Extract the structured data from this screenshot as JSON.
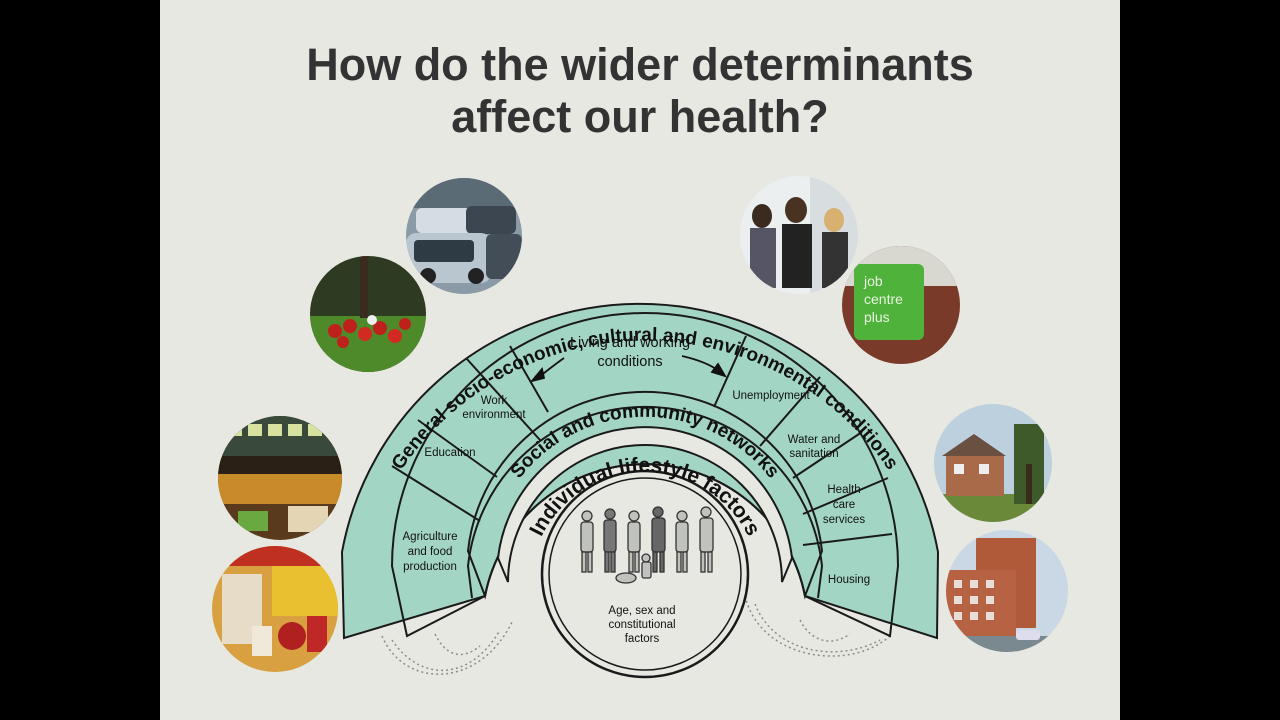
{
  "slide": {
    "title_line1": "How do the wider determinants",
    "title_line2": "affect our health?"
  },
  "diagram": {
    "outer_arc_label": "General socio-economic, cultural and environmental conditions",
    "middle_arc_label": "Social and community networks",
    "inner_arc_label": "Individual lifestyle factors",
    "core_label": [
      "Age, sex and",
      "constitutional",
      "factors"
    ],
    "living_working_label": [
      "Living and working",
      "conditions"
    ],
    "segments": {
      "agriculture": [
        "Agriculture",
        "and food",
        "production"
      ],
      "education": [
        "Education"
      ],
      "work_environment": [
        "Work",
        "environment"
      ],
      "unemployment": [
        "Unemployment"
      ],
      "water_sanitation": [
        "Water and",
        "sanitation"
      ],
      "health_care": [
        "Health",
        "care",
        "services"
      ],
      "housing": [
        "Housing"
      ]
    }
  },
  "photos": [
    {
      "name": "traffic-jam-photo"
    },
    {
      "name": "school-children-photo"
    },
    {
      "name": "juice-bar-photo"
    },
    {
      "name": "off-licence-photo"
    },
    {
      "name": "office-meeting-photo"
    },
    {
      "name": "jobcentre-plus-photo"
    },
    {
      "name": "houses-photo"
    },
    {
      "name": "tower-block-photo"
    }
  ],
  "colors": {
    "band_fill": "#a3d5c5",
    "background": "#e6e8e1",
    "outline": "#1a1a1a"
  }
}
